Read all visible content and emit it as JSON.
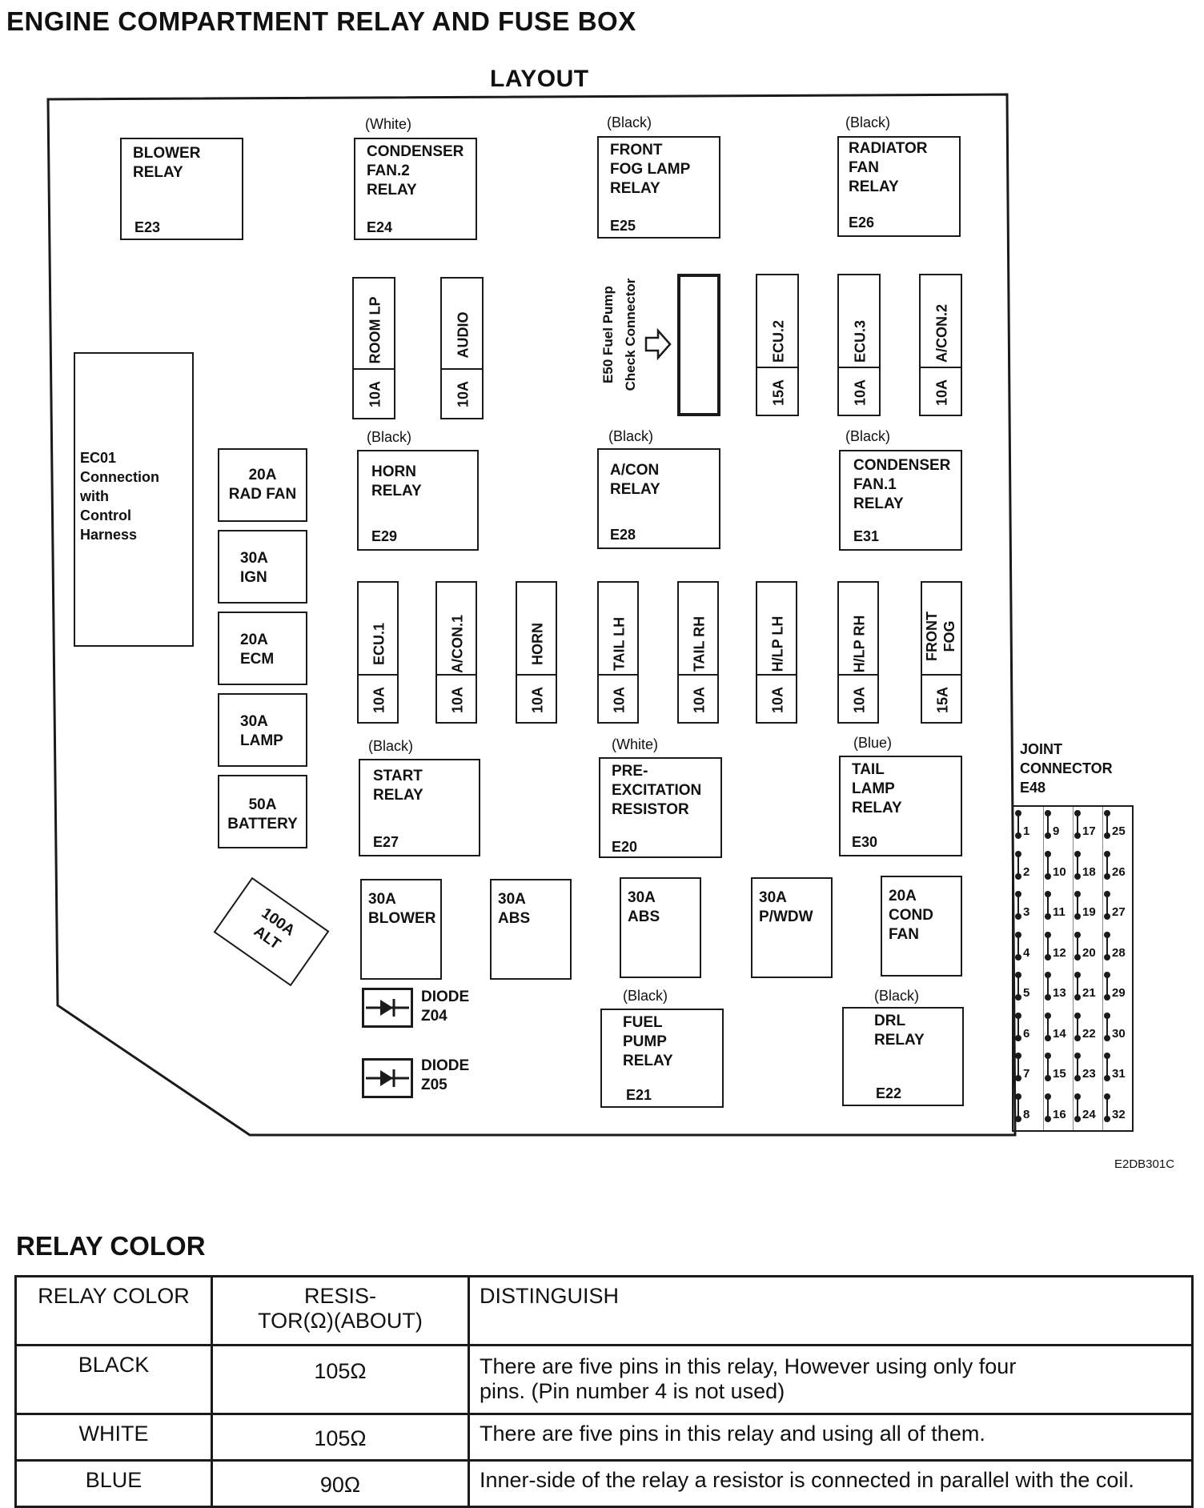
{
  "page_title": "ENGINE COMPARTMENT RELAY AND FUSE BOX",
  "layout_title": "LAYOUT",
  "figure_code": "E2DB301C",
  "relays": [
    {
      "name": "BLOWER\nRELAY",
      "code": "E23",
      "color": ""
    },
    {
      "name": "CONDENSER\nFAN.2\nRELAY",
      "code": "E24",
      "color": "(White)"
    },
    {
      "name": "FRONT\nFOG LAMP\nRELAY",
      "code": "E25",
      "color": "(Black)"
    },
    {
      "name": "RADIATOR\nFAN\nRELAY",
      "code": "E26",
      "color": "(Black)"
    },
    {
      "name": "HORN\nRELAY",
      "code": "E29",
      "color": "(Black)"
    },
    {
      "name": "A/CON\nRELAY",
      "code": "E28",
      "color": "(Black)"
    },
    {
      "name": "CONDENSER\nFAN.1\nRELAY",
      "code": "E31",
      "color": "(Black)"
    },
    {
      "name": "START\nRELAY",
      "code": "E27",
      "color": "(Black)"
    },
    {
      "name": "PRE-\nEXCITATION\nRESISTOR",
      "code": "E20",
      "color": "(White)"
    },
    {
      "name": "TAIL\nLAMP\nRELAY",
      "code": "E30",
      "color": "(Blue)"
    },
    {
      "name": "FUEL\nPUMP\nRELAY",
      "code": "E21",
      "color": "(Black)"
    },
    {
      "name": "DRL\nRELAY",
      "code": "E22",
      "color": "(Black)"
    }
  ],
  "ec01_label": "EC01\nConnection\nwith\nControl\nHarness",
  "fuel_pump_connector": {
    "line1": "E50 Fuel Pump",
    "line2": "Check Connector"
  },
  "top_fuses": [
    {
      "name": "ROOM LP",
      "rating": "10A"
    },
    {
      "name": "AUDIO",
      "rating": "10A"
    },
    {
      "name": "ECU.2",
      "rating": "15A"
    },
    {
      "name": "ECU.3",
      "rating": "10A"
    },
    {
      "name": "A/CON.2",
      "rating": "10A"
    }
  ],
  "mid_fuses": [
    {
      "name": "ECU.1",
      "rating": "10A"
    },
    {
      "name": "A/CON.1",
      "rating": "10A"
    },
    {
      "name": "HORN",
      "rating": "10A"
    },
    {
      "name": "TAIL LH",
      "rating": "10A"
    },
    {
      "name": "TAIL RH",
      "rating": "10A"
    },
    {
      "name": "H/LP LH",
      "rating": "10A"
    },
    {
      "name": "H/LP RH",
      "rating": "10A"
    },
    {
      "name": "FRONT\nFOG",
      "rating": "15A"
    }
  ],
  "left_fuses": [
    {
      "label": "20A\nRAD FAN"
    },
    {
      "label": "30A\nIGN"
    },
    {
      "label": "20A\nECM"
    },
    {
      "label": "30A\nLAMP"
    },
    {
      "label": "50A\nBATTERY"
    }
  ],
  "alt_fuse": "100A\nALT",
  "bottom_fuses": [
    {
      "label": "30A\nBLOWER"
    },
    {
      "label": "30A\nABS"
    },
    {
      "label": "30A\nABS"
    },
    {
      "label": "30A\nP/WDW"
    },
    {
      "label": "20A\nCOND\nFAN"
    }
  ],
  "diodes": [
    {
      "label": "DIODE\nZ04"
    },
    {
      "label": "DIODE\nZ05"
    }
  ],
  "joint_connector": {
    "label": "JOINT\nCONNECTOR\nE48",
    "columns": [
      [
        "1",
        "2",
        "3",
        "4",
        "5",
        "6",
        "7",
        "8"
      ],
      [
        "9",
        "10",
        "11",
        "12",
        "13",
        "14",
        "15",
        "16"
      ],
      [
        "17",
        "18",
        "19",
        "20",
        "21",
        "22",
        "23",
        "24"
      ],
      [
        "25",
        "26",
        "27",
        "28",
        "29",
        "30",
        "31",
        "32"
      ]
    ]
  },
  "relay_color": {
    "title": "RELAY COLOR",
    "headers": [
      "RELAY COLOR",
      "RESIS-\nTOR(Ω)(ABOUT)",
      "DISTINGUISH"
    ],
    "rows": [
      [
        "BLACK",
        "105Ω",
        "There are five pins in this relay, However using only four\npins.  (Pin number 4 is not used)"
      ],
      [
        "WHITE",
        "105Ω",
        "There are five pins in this relay and using all of them."
      ],
      [
        "BLUE",
        "90Ω",
        "Inner-side of the relay a resistor is connected in parallel with the coil."
      ]
    ]
  }
}
